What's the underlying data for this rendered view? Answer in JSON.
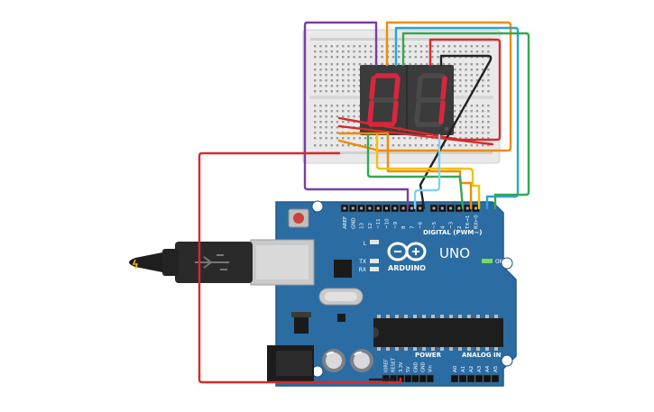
{
  "arduino": {
    "brand": "ARDUINO",
    "model": "UNO",
    "digital_header": "DIGITAL (PWM~)",
    "analog_header": "ANALOG IN",
    "power_header": "POWER",
    "on_label": "ON",
    "led_labels": [
      "L",
      "TX",
      "RX"
    ],
    "digital_pins": [
      "AREF",
      "GND",
      "13",
      "12",
      "~11",
      "~10",
      "~9",
      "8",
      "7",
      "~6",
      "~5",
      "4",
      "~3",
      "2",
      "TX→1",
      "RX←0"
    ],
    "power_pins": [
      "IOREF",
      "RESET",
      "3.3V",
      "5V",
      "GND",
      "GND",
      "Vin"
    ],
    "analog_pins": [
      "A0",
      "A1",
      "A2",
      "A3",
      "A4",
      "A5"
    ]
  },
  "display": {
    "digit_left": "0",
    "digit_right": "1"
  },
  "colors": {
    "board": "#2b6ca3",
    "board_edge": "#235a8a",
    "segment_on": "#d7263d",
    "segment_off": "#4a4a4a",
    "display_body": "#3a3a3a",
    "wire_purple": "#7b3fa0",
    "wire_orange": "#f08c00",
    "wire_blue": "#2aa3d6",
    "wire_green": "#34a853",
    "wire_red": "#d62b2b",
    "wire_black": "#222222",
    "wire_yellow": "#f2c200",
    "wire_light_blue": "#7fd3f0"
  }
}
